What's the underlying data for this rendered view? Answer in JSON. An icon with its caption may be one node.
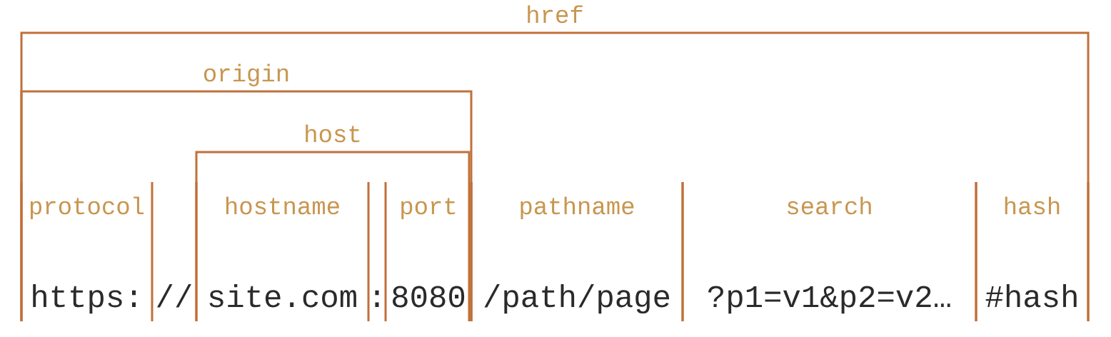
{
  "diagram": {
    "nodes": [
      {
        "text": [
          "href"
        ]
      },
      {
        "text": [
          "origin"
        ],
        "in": 0
      },
      {
        "text": [
          "host"
        ],
        "in": 1
      },
      {
        "text": [
          "protocol",
          "https:"
        ],
        "in": 1
      },
      {
        "text": [
          "hostname",
          "site.com"
        ],
        "in": 2
      },
      {
        "text": [
          "port",
          "8080"
        ],
        "in": 2
      },
      {
        "text": [
          "pathname",
          "/path/page"
        ],
        "in": 0
      },
      {
        "text": [
          "search",
          "?p1=v1&p2=v2…"
        ],
        "in": 0
      },
      {
        "text": [
          "hash",
          "#hash"
        ],
        "in": 0
      }
    ],
    "labels": [
      "//",
      ":"
    ]
  }
}
